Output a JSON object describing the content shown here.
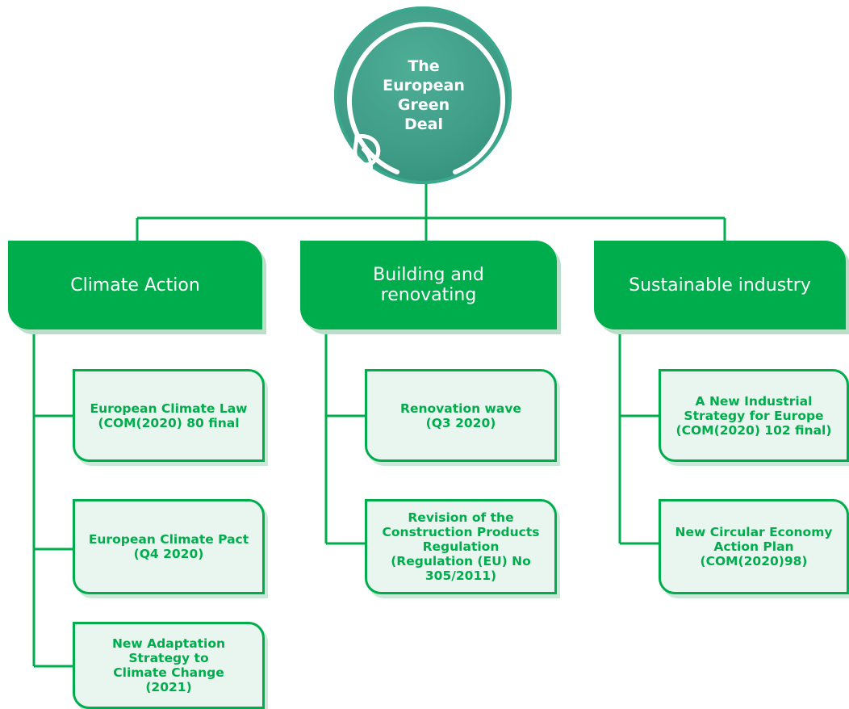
{
  "hub": {
    "title": "The\nEuropean\nGreen\nDeal",
    "icon": "leaf-icon"
  },
  "colors": {
    "green": "#00ad4c",
    "hub_teal": "#3f9d88",
    "item_bg": "#e9f5ef"
  },
  "categories": [
    {
      "label": "Climate Action",
      "items": [
        "European Climate Law\n(COM(2020) 80 final",
        "European Climate Pact\n(Q4 2020)",
        "New Adaptation\nStrategy to\nClimate Change\n(2021)"
      ]
    },
    {
      "label": "Building and\nrenovating",
      "items": [
        "Renovation wave\n(Q3 2020)",
        "Revision of the\nConstruction Products\nRegulation\n(Regulation (EU) No\n305/2011)"
      ]
    },
    {
      "label": "Sustainable industry",
      "items": [
        "A New Industrial\nStrategy for Europe\n(COM(2020) 102 final)",
        "New Circular Economy\nAction Plan\n(COM(2020)98)"
      ]
    }
  ]
}
